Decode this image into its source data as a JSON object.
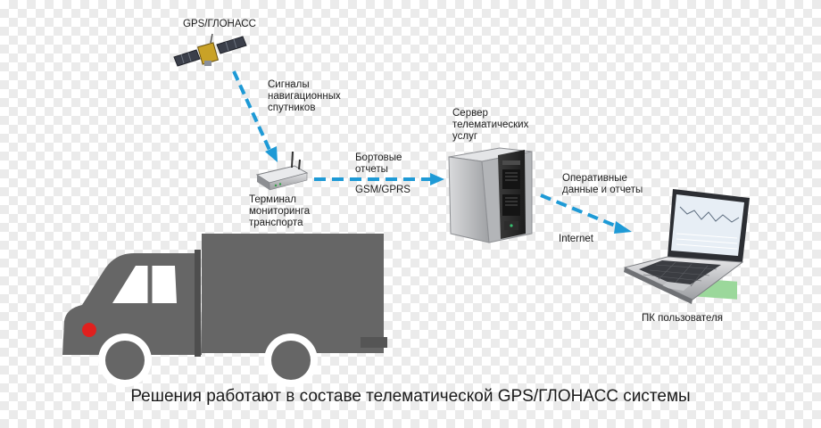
{
  "nodes": {
    "satellite": {
      "label": "GPS/ГЛОНАСС"
    },
    "terminal": {
      "label_lines": [
        "Терминал",
        "мониторинга",
        "транспорта"
      ]
    },
    "server": {
      "label_lines": [
        "Сервер",
        "телематических",
        "услуг"
      ]
    },
    "user_pc": {
      "label": "ПК пользователя"
    }
  },
  "links": {
    "satellite_to_terminal": {
      "label_lines": [
        "Сигналы",
        "навигационных",
        "спутников"
      ]
    },
    "terminal_to_server": {
      "label_lines": [
        "Бортовые",
        "отчеты"
      ],
      "protocol": "GSM/GPRS"
    },
    "server_to_pc": {
      "label_lines": [
        "Оперативные",
        "данные и отчеты"
      ],
      "channel": "Internet"
    }
  },
  "caption": "Решения работают в составе телематической  GPS/ГЛОНАСС системы",
  "colors": {
    "arrow": "#1e9ad6",
    "truck": "#666666",
    "truck_light": "#e0201e",
    "server_body": "#b9babc",
    "server_front": "#2b2b2b",
    "satellite_panel": "#3b3f4a",
    "screen_cells": "#9bd89b"
  },
  "icons": [
    "satellite-icon",
    "terminal-device-icon",
    "server-icon",
    "laptop-icon",
    "truck-icon"
  ]
}
